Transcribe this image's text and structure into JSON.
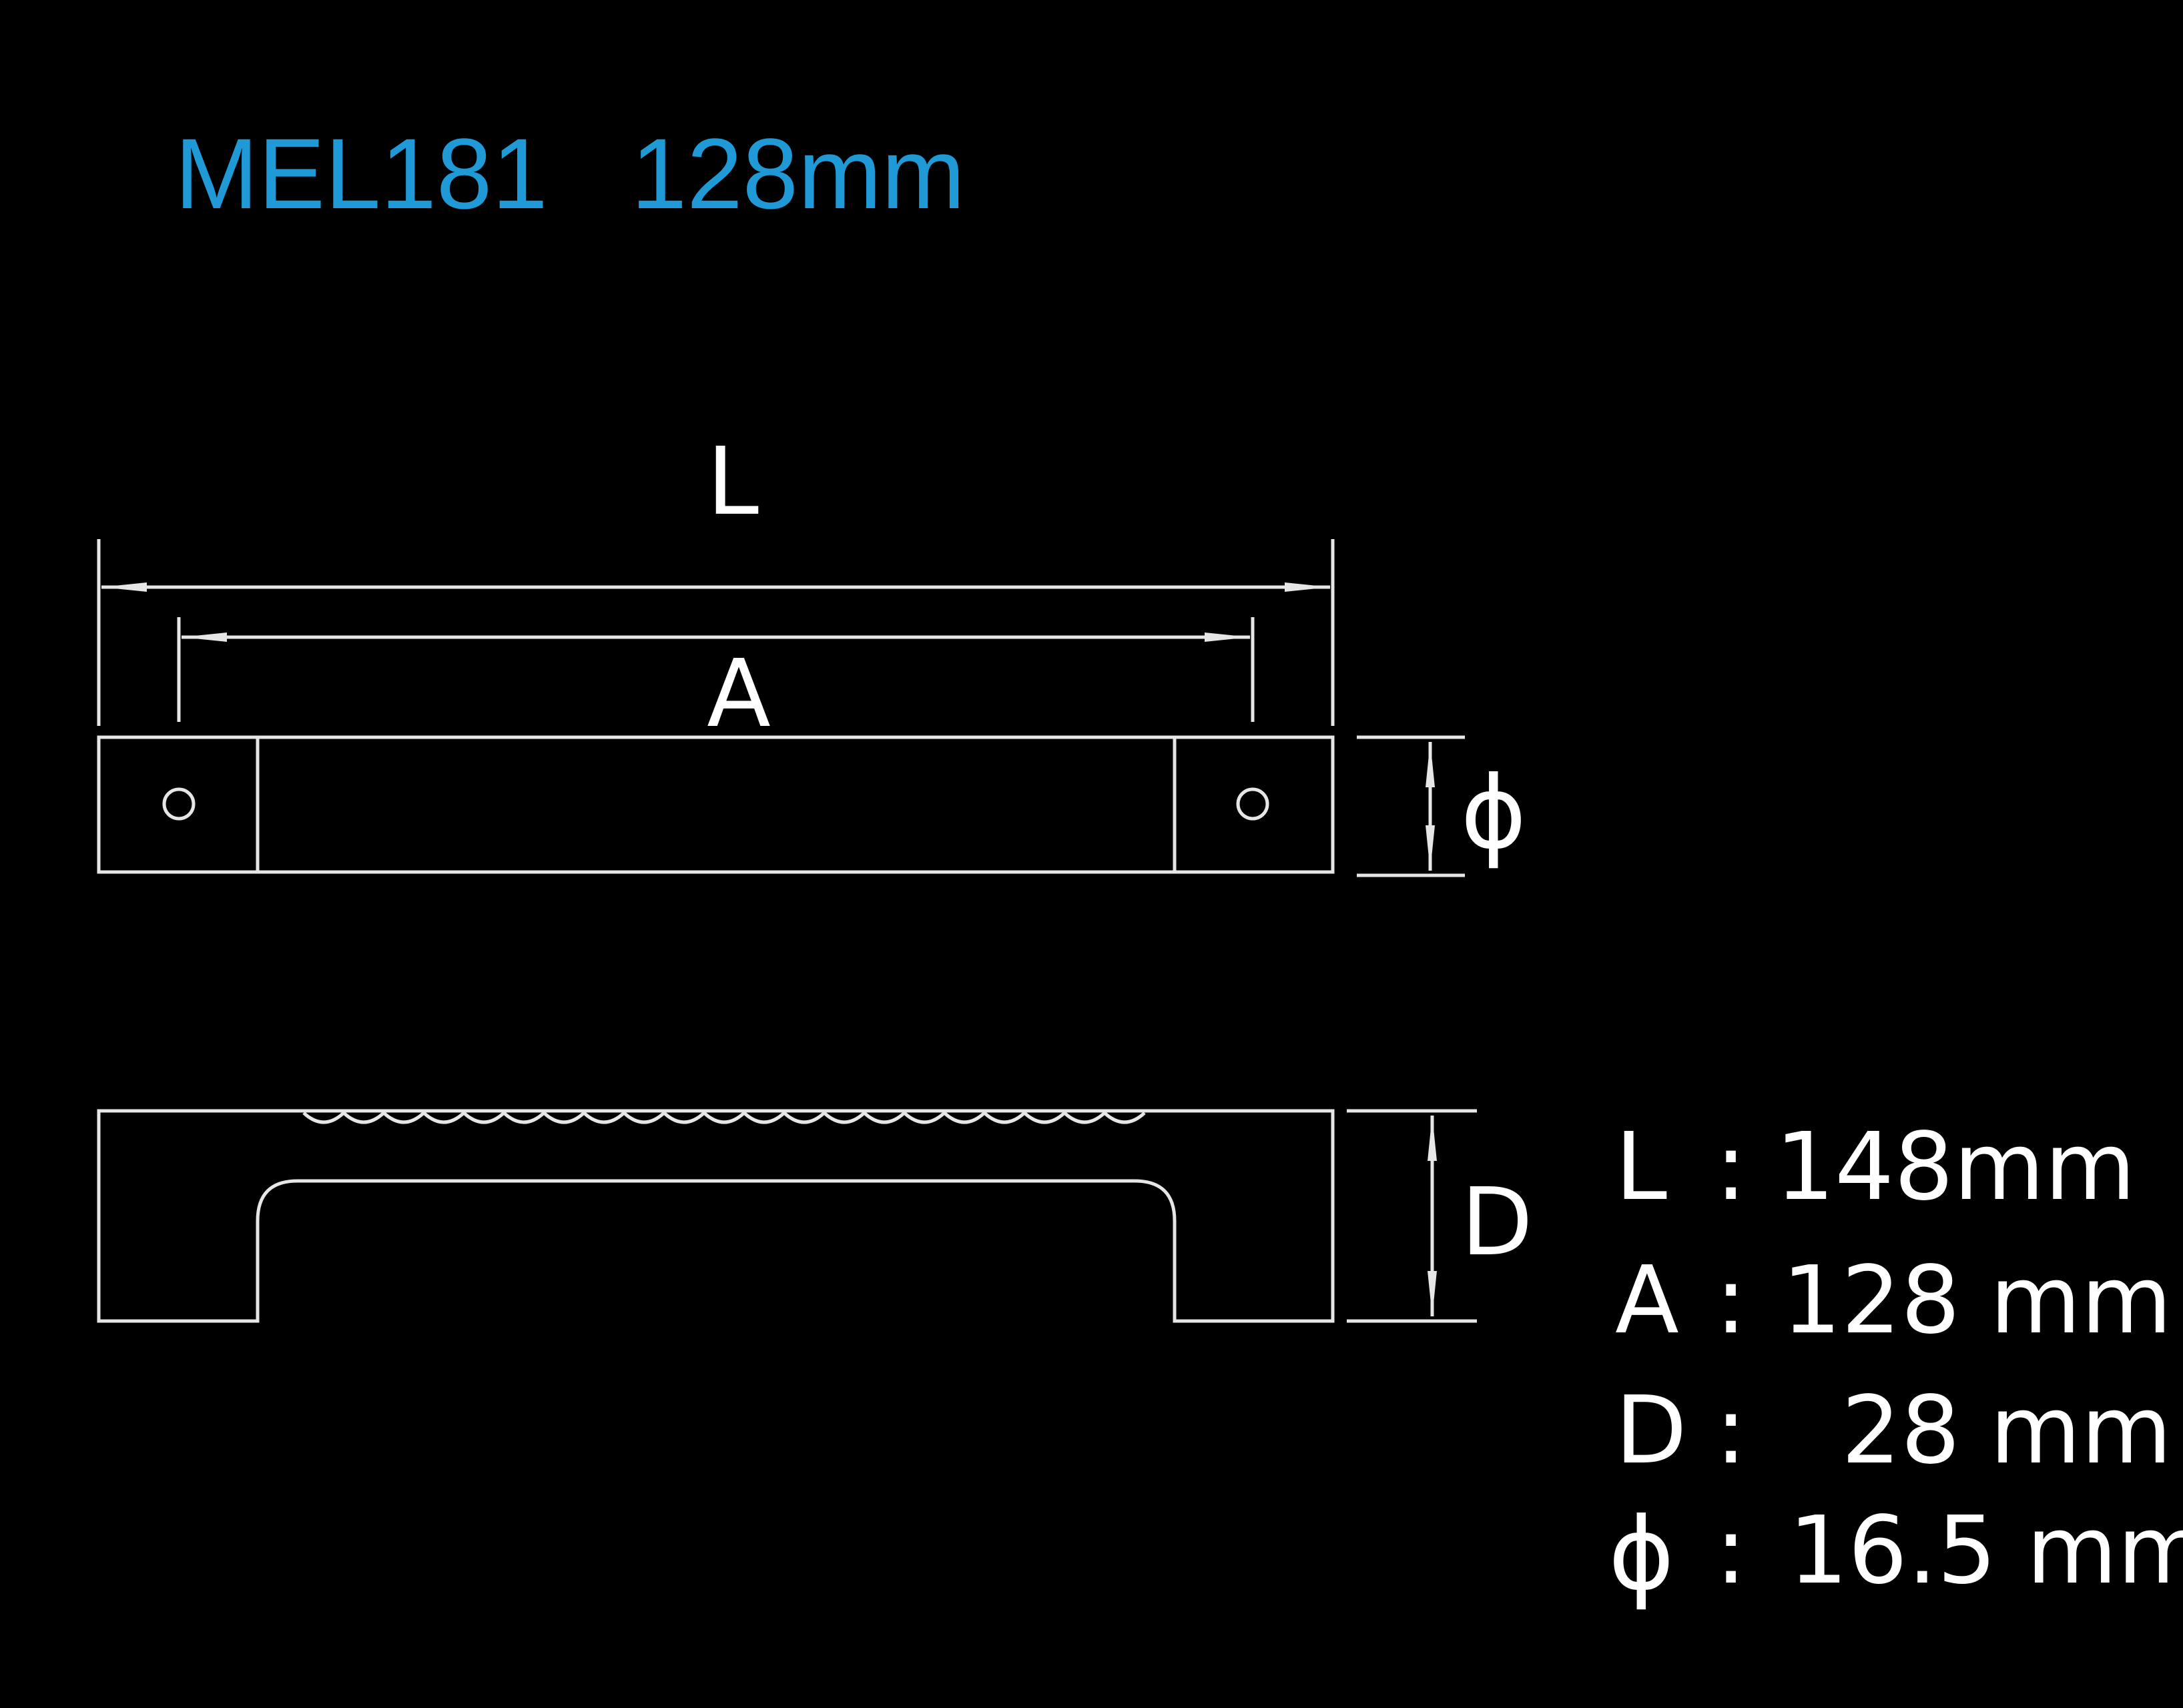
{
  "title": "MEL181   128mm",
  "drawing": {
    "label_L": "L",
    "label_A": "A",
    "label_phi": "ϕ",
    "label_D": "D"
  },
  "specs": [
    {
      "symbol": "L",
      "colon": ":",
      "value": "148mm"
    },
    {
      "symbol": "A",
      "colon": ":",
      "value": "128 mm"
    },
    {
      "symbol": "D",
      "colon": ":",
      "value": "  28 mm"
    },
    {
      "symbol": "ϕ",
      "colon": ":",
      "value": "16.5 mm"
    }
  ],
  "colors": {
    "background": "#000000",
    "title": "#1f9ad6",
    "line": "#e6e6e6"
  }
}
